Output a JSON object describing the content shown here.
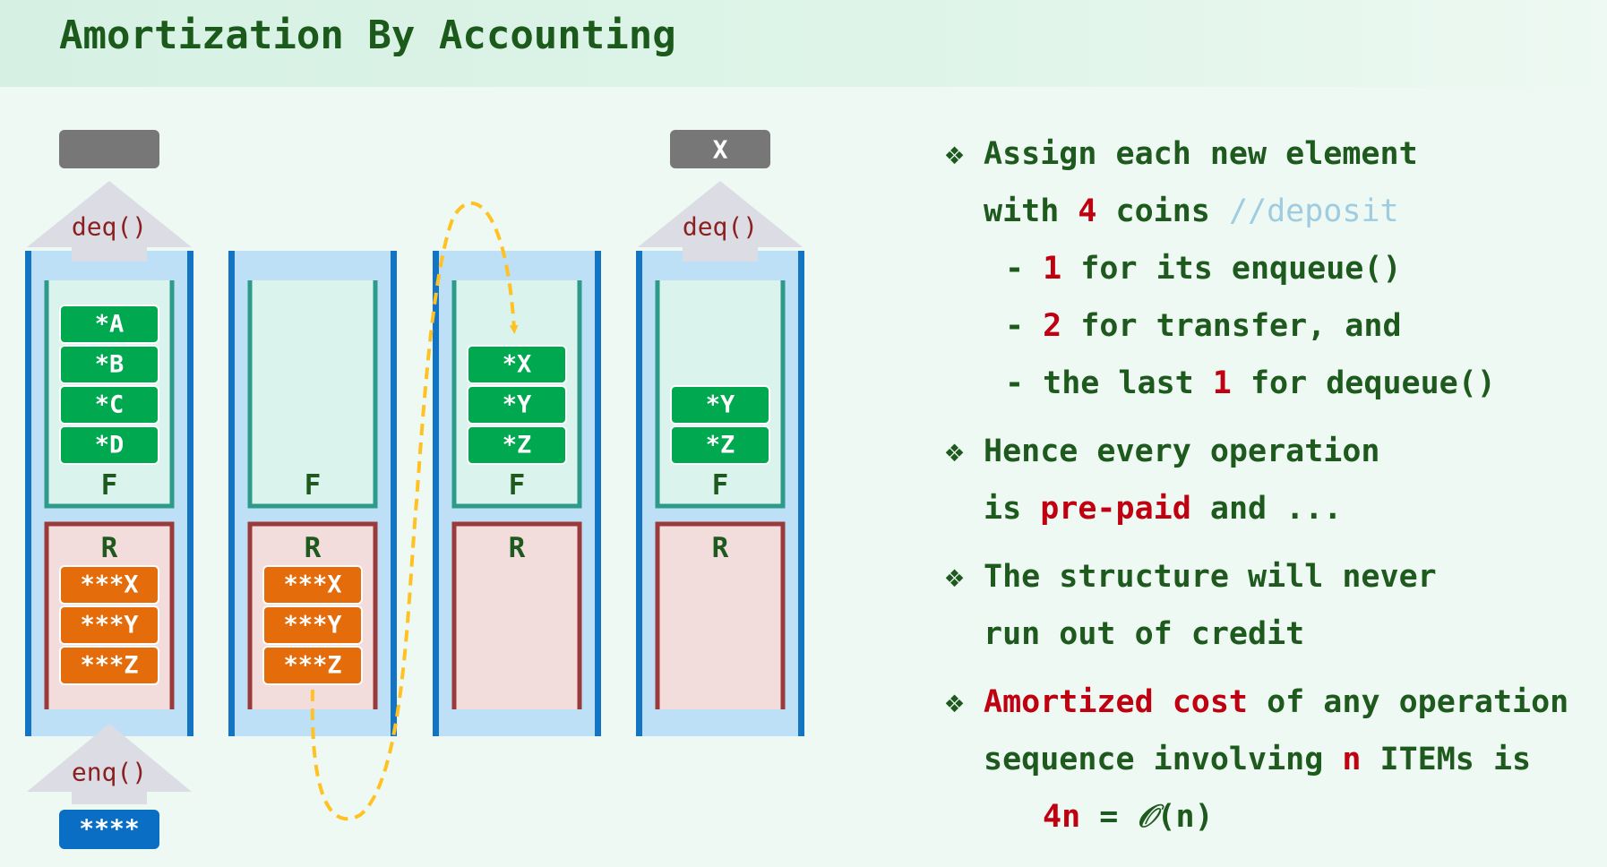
{
  "title": "Amortization By Accounting",
  "colors": {
    "title": "#1c5a1c",
    "text": "#1e5a1e",
    "highlight": "#c00010",
    "comment": "#9fcce0",
    "front_item": "#00a84f",
    "rear_item": "#e46c0a",
    "new_item": "#0a6ec5",
    "output_box": "#777777",
    "column_frame": "#1474c4",
    "column_fill": "#bee0f7",
    "front_stack_fill": "#daf3ec",
    "front_stack_border": "#2e9a8a",
    "rear_stack_fill": "#f3dcdc",
    "rear_stack_border": "#9a3a3a",
    "transfer_arc": "#ffc222",
    "arrow": "#dcdce4"
  },
  "diagram": {
    "columns": [
      {
        "front_label": "F",
        "rear_label": "R",
        "front_items": [
          "*A",
          "*B",
          "*C",
          "*D"
        ],
        "rear_items": [
          "***X",
          "***Y",
          "***Z"
        ],
        "top_arrow": "deq()",
        "top_output": "",
        "bottom_arrow": "enq()",
        "bottom_input": "****"
      },
      {
        "front_label": "F",
        "rear_label": "R",
        "front_items": [],
        "rear_items": [
          "***X",
          "***Y",
          "***Z"
        ],
        "top_arrow": "",
        "top_output": "",
        "bottom_arrow": "",
        "bottom_input": ""
      },
      {
        "front_label": "F",
        "rear_label": "R",
        "front_items": [
          "*X",
          "*Y",
          "*Z"
        ],
        "rear_items": [],
        "top_arrow": "",
        "top_output": "",
        "bottom_arrow": "",
        "bottom_input": ""
      },
      {
        "front_label": "F",
        "rear_label": "R",
        "front_items": [
          "*Y",
          "*Z"
        ],
        "rear_items": [],
        "top_arrow": "deq()",
        "top_output": "X",
        "bottom_arrow": "",
        "bottom_input": ""
      }
    ]
  },
  "bullets": {
    "b1": {
      "l1": "Assign each new element",
      "l2_pre": "with ",
      "l2_num": "4",
      "l2_post": " coins ",
      "l2_comment": "//deposit",
      "s1_pre": "- ",
      "s1_num": "1",
      "s1_post": " for its enqueue()",
      "s2_pre": "- ",
      "s2_num": "2",
      "s2_post": " for transfer, and",
      "s3_pre": "- the last ",
      "s3_num": "1",
      "s3_post": " for dequeue()"
    },
    "b2": {
      "l1": "Hence every operation",
      "l2_pre": "is ",
      "l2_red": "pre-paid",
      "l2_post": " and ..."
    },
    "b3": {
      "l1": "The structure will never",
      "l2": "run out of credit"
    },
    "b4": {
      "l1_red": "Amortized cost",
      "l1_post": " of any operation",
      "l2_pre": "sequence involving ",
      "l2_red": "n",
      "l2_post": " ITEMs is",
      "l3_red1": "4n",
      "l3_eq": " = ",
      "l3_o": "𝒪",
      "l3_arg": "(n)"
    }
  }
}
